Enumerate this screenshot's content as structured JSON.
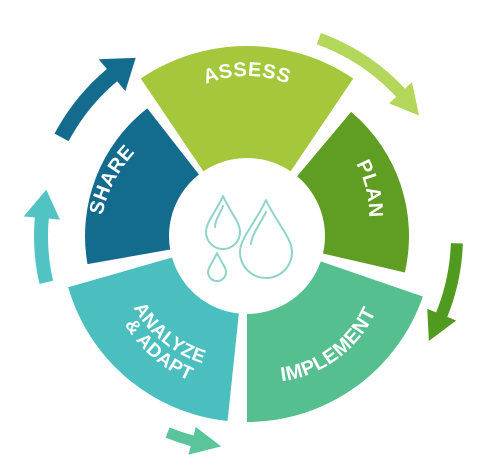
{
  "diagram": {
    "segments": [
      {
        "id": "assess",
        "label": "ASSESS",
        "color": "#a4c73c"
      },
      {
        "id": "plan",
        "label": "PLAN",
        "color": "#5f9e23"
      },
      {
        "id": "implement",
        "label": "IMPLEMENT",
        "color": "#56bf8f"
      },
      {
        "id": "analyze",
        "label_line1": "ANALYZE",
        "label_line2": "& ADAPT",
        "color": "#4bbfbf"
      },
      {
        "id": "share",
        "label": "SHARE",
        "color": "#136b8e"
      }
    ],
    "center_icon": "water-drops-icon",
    "drop_outline_color": "#8fd3cc",
    "arrows": [
      {
        "name": "top-right-arrow",
        "color": "#b4d65a"
      },
      {
        "name": "right-arrow",
        "color": "#4f9a1f"
      },
      {
        "name": "bottom-arrow",
        "color": "#5ac49a"
      },
      {
        "name": "left-arrow",
        "color": "#52c3c3"
      },
      {
        "name": "top-left-arrow",
        "color": "#136b8e"
      }
    ]
  }
}
